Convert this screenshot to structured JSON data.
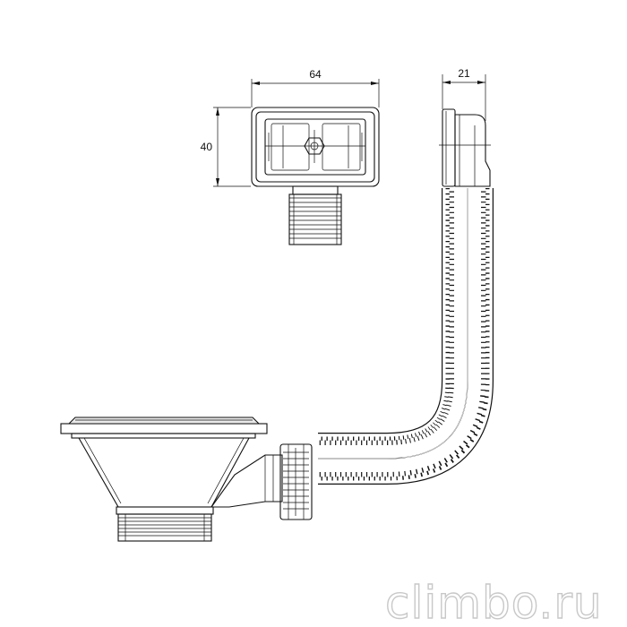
{
  "dimensions": {
    "width_label": "64",
    "height_label": "40",
    "depth_label": "21"
  },
  "watermark": "climbo.ru"
}
